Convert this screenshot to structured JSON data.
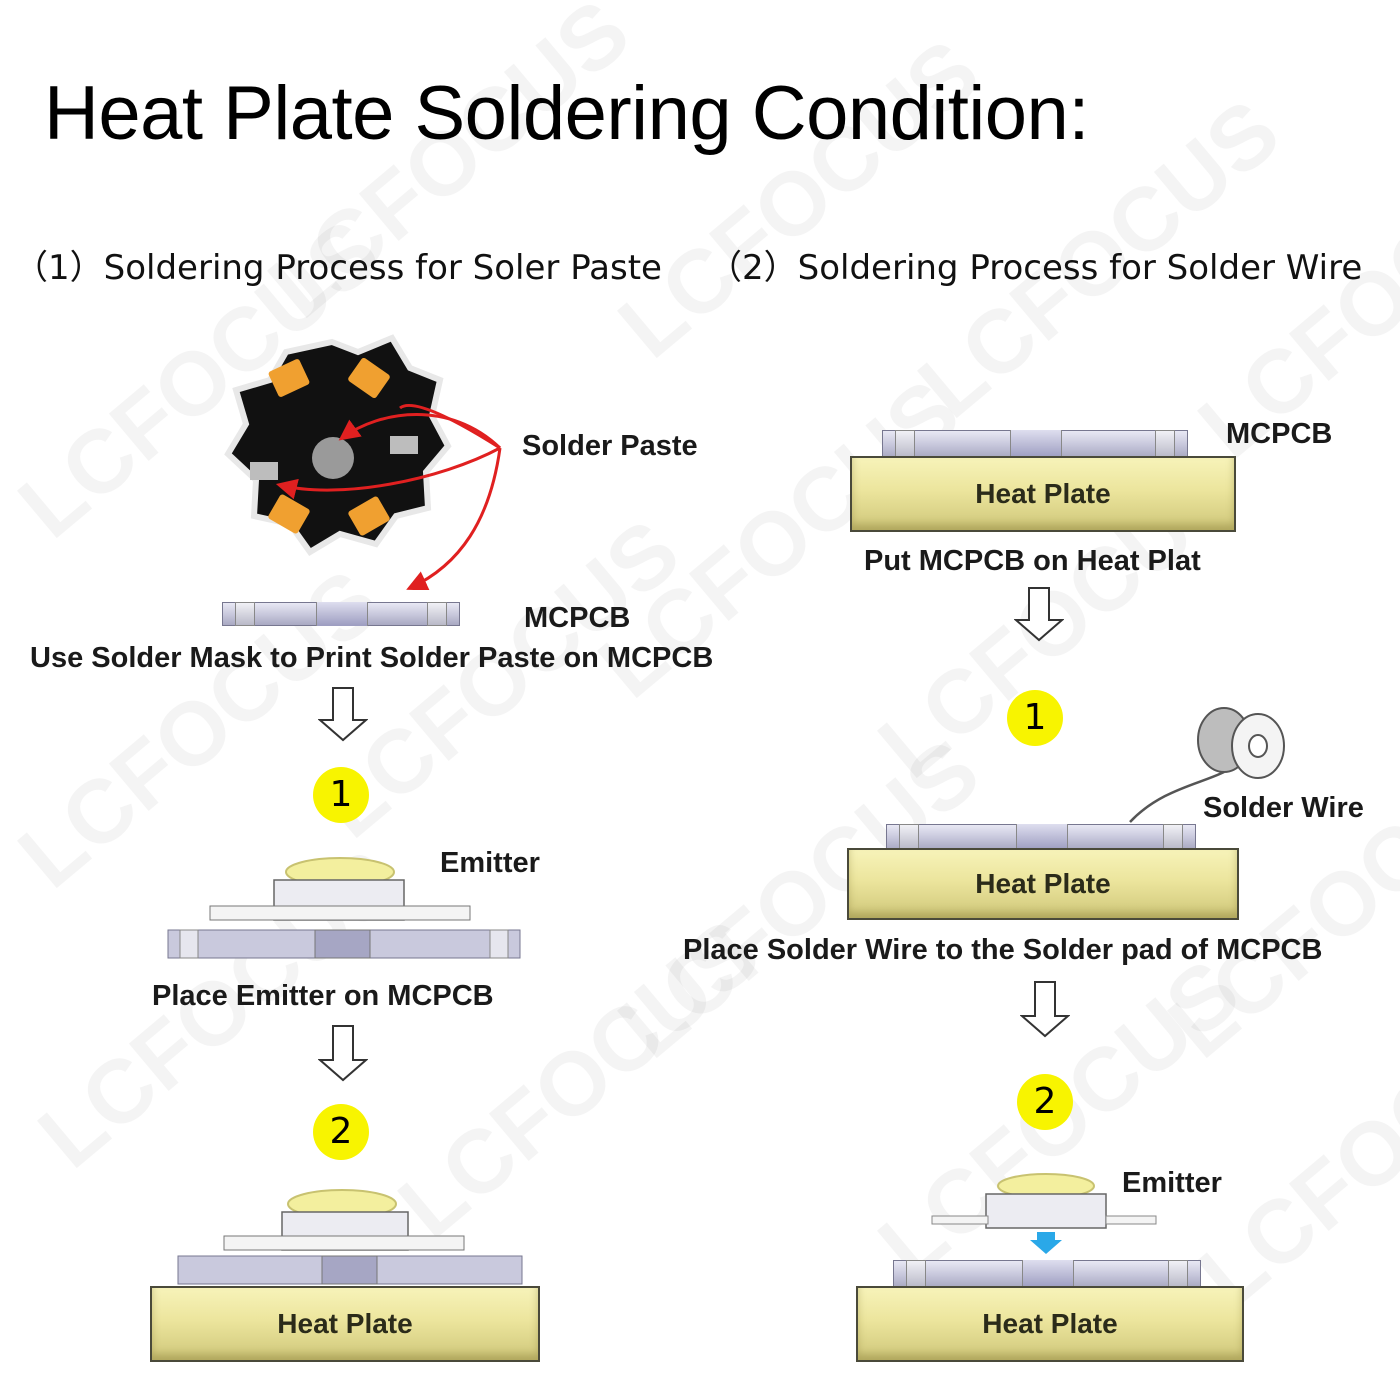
{
  "page": {
    "title": "Heat Plate Soldering Condition:",
    "watermark": "LCFOCUS"
  },
  "left": {
    "heading": "（1）Soldering Process for Soler Paste",
    "solder_paste_label": "Solder Paste",
    "mcpcb_label": "MCPCB",
    "step0_caption": "Use Solder Mask to Print Solder Paste on MCPCB",
    "step1_badge": "1",
    "emitter_label": "Emitter",
    "step1_caption": "Place Emitter on MCPCB",
    "step2_badge": "2",
    "heat_plate_label": "Heat Plate"
  },
  "right": {
    "heading": "（2）Soldering Process for Solder Wire",
    "mcpcb_label": "MCPCB",
    "heat_plate_label_1": "Heat Plate",
    "step0_caption": "Put MCPCB on Heat Plat",
    "step1_badge": "1",
    "solder_wire_label": "Solder Wire",
    "heat_plate_label_2": "Heat Plate",
    "step1_caption": "Place Solder Wire to the Solder pad of MCPCB",
    "step2_badge": "2",
    "emitter_label": "Emitter",
    "heat_plate_label_3": "Heat Plate"
  },
  "colors": {
    "badge_yellow": "#f8f400",
    "heat_plate": "#ece59d",
    "solder_pad": "#f0a030",
    "arrow_red": "#e02020",
    "board_black": "#111111",
    "mcpcb_grey": "#c9c9dd",
    "lens_yellow": "#f3ef9e",
    "placement_arrow_blue": "#2aa8e8"
  }
}
